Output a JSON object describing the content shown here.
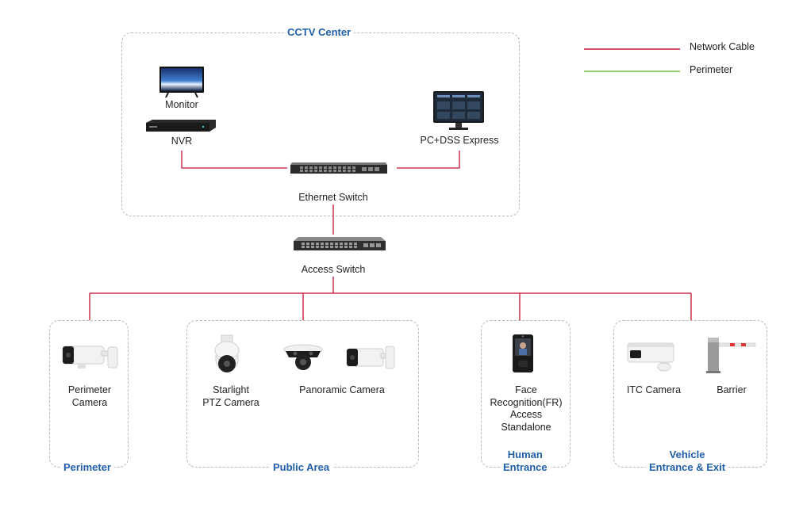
{
  "legend": {
    "items": [
      {
        "label": "Network Cable",
        "color": "#c8102e"
      },
      {
        "label": "Perimeter",
        "color": "#6cbf3c"
      }
    ]
  },
  "groups": {
    "cctv_center": "CCTV Center",
    "perimeter": "Perimeter",
    "public_area": "Public Area",
    "human_entrance": [
      "Human",
      "Entrance"
    ],
    "vehicle_entrance": [
      "Vehicle",
      "Entrance & Exit"
    ]
  },
  "devices": {
    "monitor": "Monitor",
    "nvr": "NVR",
    "pc_dss": "PC+DSS Express",
    "ethernet_switch": "Ethernet Switch",
    "access_switch": "Access Switch",
    "perimeter_camera": [
      "Perimeter",
      "Camera"
    ],
    "starlight_ptz": [
      "Starlight",
      "PTZ Camera"
    ],
    "panoramic_camera": "Panoramic Camera",
    "face_recognition": [
      "Face",
      "Recognition(FR)",
      "Access",
      "Standalone"
    ],
    "itc_camera": "ITC Camera",
    "barrier": "Barrier"
  },
  "colors": {
    "cable": "#c8102e",
    "group_title": "#1f5fa8",
    "box_border": "#b9b9b9"
  }
}
